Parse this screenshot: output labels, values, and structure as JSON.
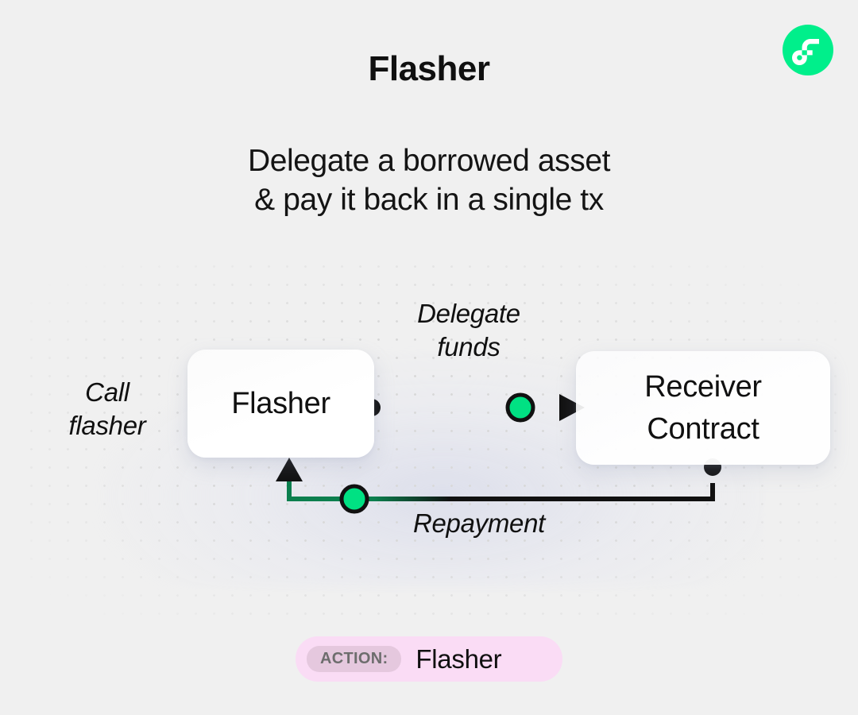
{
  "header": {
    "title": "Flasher",
    "subtitle_lines": [
      "Delegate a borrowed asset",
      "& pay it back in a single tx"
    ],
    "logo": {
      "name": "flow-logo-icon",
      "circle_color": "#00ef8b",
      "mark_color": "#ffffff"
    }
  },
  "colors": {
    "background": "#f0f0f0",
    "accent_green": "#00ef8b",
    "node_fill": "#ffffff",
    "stroke": "#111111",
    "dot_grid": "#d9d9d9",
    "badge_bg": "#fadcf5",
    "badge_pill_bg": "#e5c8de",
    "badge_pill_text": "#6d6d6d",
    "text": "#101010"
  },
  "diagram": {
    "type": "flow-diagram",
    "nodes": [
      {
        "id": "flasher",
        "label": "Flasher",
        "lines": [
          "Flasher"
        ]
      },
      {
        "id": "receiver",
        "label": "Receiver Contract",
        "lines": [
          "Receiver",
          "Contract"
        ]
      }
    ],
    "edges": [
      {
        "id": "call-flasher",
        "label_lines": [
          "Call",
          "flasher"
        ],
        "from": "user",
        "to": "flasher",
        "style": "italic-label-only"
      },
      {
        "id": "delegate-funds",
        "label_lines": [
          "Delegate",
          "funds"
        ],
        "from": "flasher",
        "to": "receiver",
        "direction": "right",
        "start_marker": "black-dot",
        "mid_marker": "green-dot",
        "end_marker": "arrowhead"
      },
      {
        "id": "repayment",
        "label_lines": [
          "Repayment"
        ],
        "from": "receiver",
        "to": "flasher",
        "direction": "left-then-up",
        "start_marker": "black-dot",
        "mid_marker": "green-dot",
        "end_marker": "arrowhead"
      }
    ]
  },
  "footer": {
    "badge": {
      "prefix": "ACTION:",
      "value": "Flasher"
    }
  }
}
